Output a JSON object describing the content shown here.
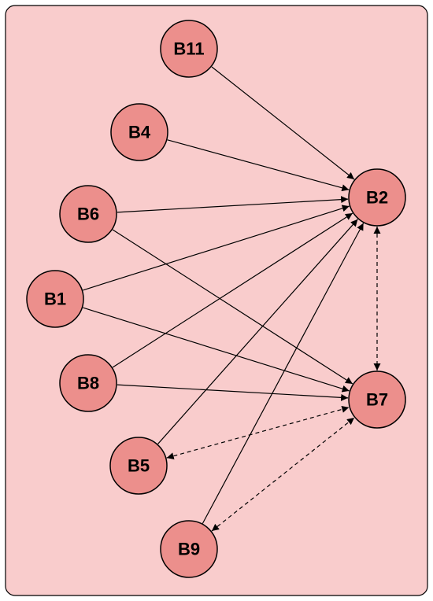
{
  "colors": {
    "panel_fill": "#f9cccc",
    "panel_stroke": "#000000",
    "node_fill": "#ec8f8c",
    "node_stroke": "#000000",
    "edge_stroke": "#000000"
  },
  "nodes": [
    {
      "id": "B11",
      "label": "B11"
    },
    {
      "id": "B4",
      "label": "B4"
    },
    {
      "id": "B6",
      "label": "B6"
    },
    {
      "id": "B1",
      "label": "B1"
    },
    {
      "id": "B8",
      "label": "B8"
    },
    {
      "id": "B5",
      "label": "B5"
    },
    {
      "id": "B9",
      "label": "B9"
    },
    {
      "id": "B2",
      "label": "B2"
    },
    {
      "id": "B7",
      "label": "B7"
    }
  ],
  "edges": [
    {
      "from": "B11",
      "to": "B2",
      "style": "solid",
      "direction": "forward"
    },
    {
      "from": "B4",
      "to": "B2",
      "style": "solid",
      "direction": "forward"
    },
    {
      "from": "B6",
      "to": "B2",
      "style": "solid",
      "direction": "forward"
    },
    {
      "from": "B1",
      "to": "B2",
      "style": "solid",
      "direction": "forward"
    },
    {
      "from": "B8",
      "to": "B2",
      "style": "solid",
      "direction": "forward"
    },
    {
      "from": "B5",
      "to": "B2",
      "style": "solid",
      "direction": "forward"
    },
    {
      "from": "B9",
      "to": "B2",
      "style": "solid",
      "direction": "forward"
    },
    {
      "from": "B6",
      "to": "B7",
      "style": "solid",
      "direction": "forward"
    },
    {
      "from": "B1",
      "to": "B7",
      "style": "solid",
      "direction": "forward"
    },
    {
      "from": "B8",
      "to": "B7",
      "style": "solid",
      "direction": "forward"
    },
    {
      "from": "B2",
      "to": "B7",
      "style": "dashed",
      "direction": "both"
    },
    {
      "from": "B5",
      "to": "B7",
      "style": "dashed",
      "direction": "both"
    },
    {
      "from": "B9",
      "to": "B7",
      "style": "dashed",
      "direction": "both"
    }
  ]
}
